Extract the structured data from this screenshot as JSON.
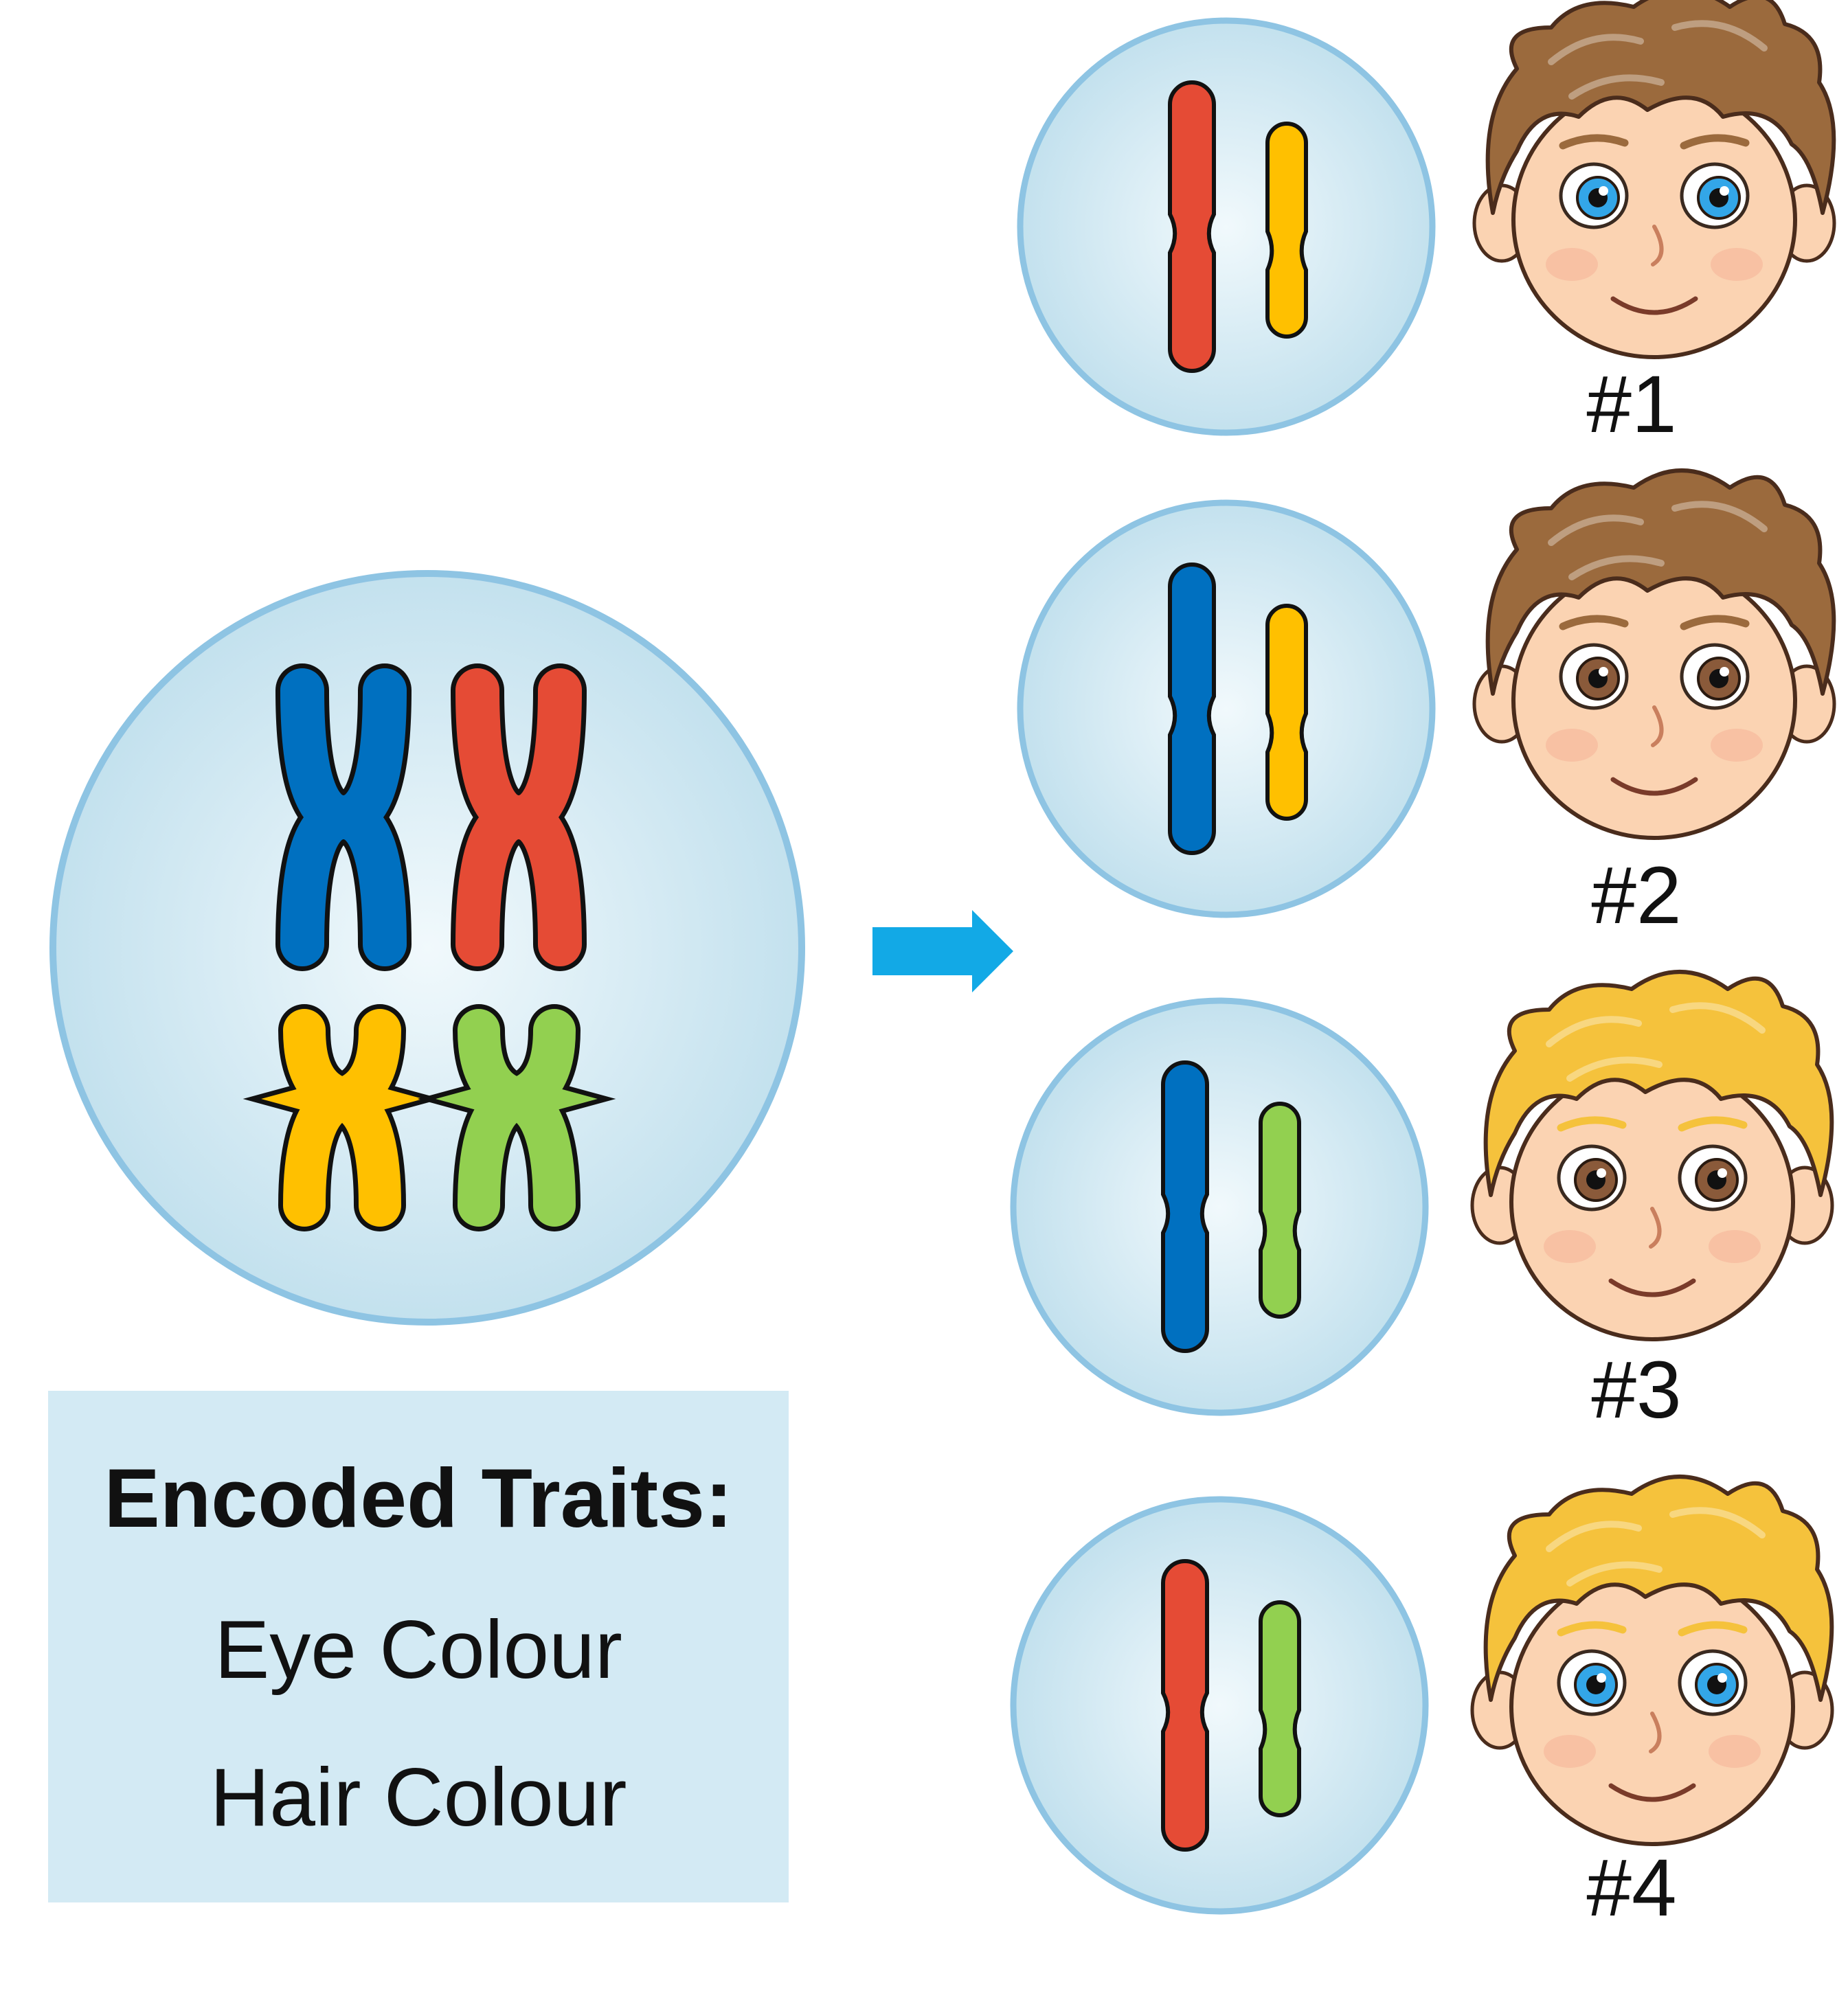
{
  "legend": {
    "title": "Encoded Traits:",
    "traits": [
      "Eye Colour",
      "Hair Colour"
    ]
  },
  "colors": {
    "chromosome_1_maternal": "#e54b35",
    "chromosome_1_paternal": "#0070c0",
    "chromosome_2_maternal": "#ffc000",
    "chromosome_2_paternal": "#92d050",
    "cell_fill": "#c7e3ef",
    "cell_border": "#8ec4e3",
    "arrow": "#12a9e6",
    "legend_bg": "#d3eaf4",
    "brown_hair": "#9b6a3d",
    "blond_hair": "#f5c23c",
    "blue_eyes": "#33a6e8",
    "brown_eyes": "#8a5a3a",
    "skin": "#fbd3b2"
  },
  "parent_cell": {
    "chromosomes": [
      "red-x",
      "blue-x",
      "yellow-x",
      "green-x"
    ]
  },
  "gametes": [
    {
      "label": "#1",
      "long_chromosome": "red",
      "short_chromosome": "yellow",
      "hair": "brown",
      "eyes": "blue"
    },
    {
      "label": "#2",
      "long_chromosome": "blue",
      "short_chromosome": "yellow",
      "hair": "brown",
      "eyes": "brown"
    },
    {
      "label": "#3",
      "long_chromosome": "blue",
      "short_chromosome": "green",
      "hair": "blond",
      "eyes": "brown"
    },
    {
      "label": "#4",
      "long_chromosome": "red",
      "short_chromosome": "green",
      "hair": "blond",
      "eyes": "blue"
    }
  ]
}
